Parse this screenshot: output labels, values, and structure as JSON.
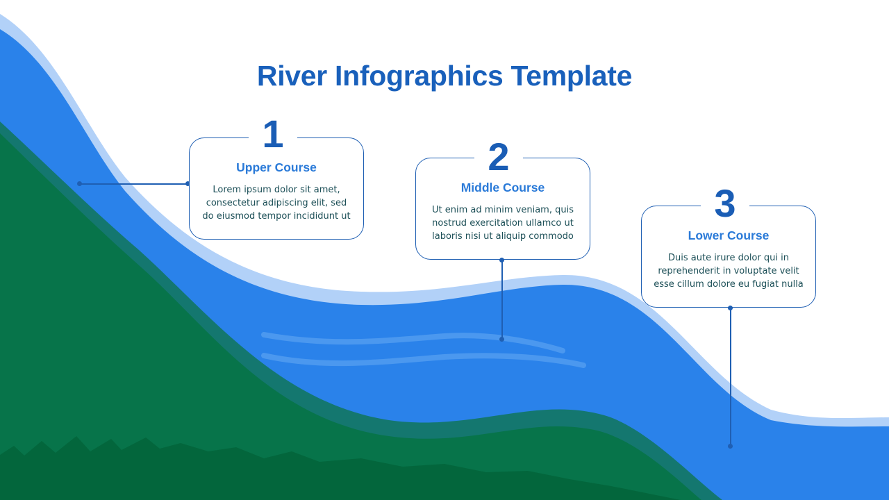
{
  "title": "River Infographics Template",
  "colors": {
    "title": "#1960bb",
    "river": "#2a82ea",
    "river_edge": "#b2d1f8",
    "land": "#07744a",
    "land_dark": "#03663c",
    "card_border": "#1f5fb3",
    "body_text": "#1c4f57",
    "card_heading": "#2a7ad8"
  },
  "courses": [
    {
      "number": "1",
      "heading": "Upper Course",
      "text": "Lorem ipsum dolor sit amet, consectetur adipiscing elit, sed do eiusmod tempor incididunt ut"
    },
    {
      "number": "2",
      "heading": "Middle Course",
      "text": "Ut enim ad minim veniam, quis nostrud exercitation ullamco ut laboris nisi ut aliquip commodo"
    },
    {
      "number": "3",
      "heading": "Lower Course",
      "text": "Duis aute irure dolor qui in reprehenderit in voluptate velit esse cillum dolore eu fugiat nulla"
    }
  ]
}
